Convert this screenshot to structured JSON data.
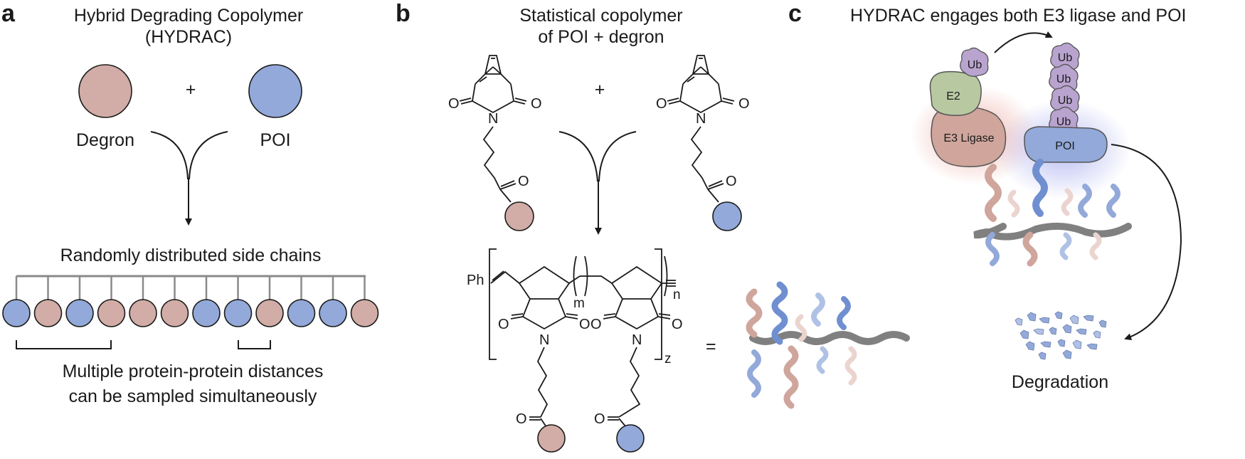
{
  "colors": {
    "degron": "#d2aca6",
    "poi": "#92a9d9",
    "ub": "#b9a3cf",
    "e2": "#b8c9a2",
    "e3": "#cfa59c",
    "backbone": "#7a7a7a"
  },
  "panel_a": {
    "letter": "a",
    "title_line1": "Hybrid Degrading Copolymer",
    "title_line2": "(HYDRAC)",
    "plus": "+",
    "degron_label": "Degron",
    "poi_label": "POI",
    "random_label": "Randomly distributed side chains",
    "bead_sequence": [
      "poi",
      "degron",
      "poi",
      "degron",
      "degron",
      "degron",
      "poi",
      "poi",
      "degron",
      "poi",
      "poi",
      "degron"
    ],
    "caption_line1": "Multiple protein-protein distances",
    "caption_line2": "can be sampled simultaneously"
  },
  "panel_b": {
    "letter": "b",
    "title_line1": "Statistical copolymer",
    "title_line2": "of POI + degron",
    "plus": "+",
    "atom_o": "O",
    "atom_n": "N",
    "ph": "Ph",
    "sub_m": "m",
    "sub_n": "n",
    "sub_z": "z",
    "equals": "="
  },
  "panel_c": {
    "letter": "c",
    "title": "HYDRAC engages both E3 ligase and POI",
    "ub": "Ub",
    "e2": "E2",
    "e3": "E3 Ligase",
    "poi": "POI",
    "degradation": "Degradation"
  }
}
